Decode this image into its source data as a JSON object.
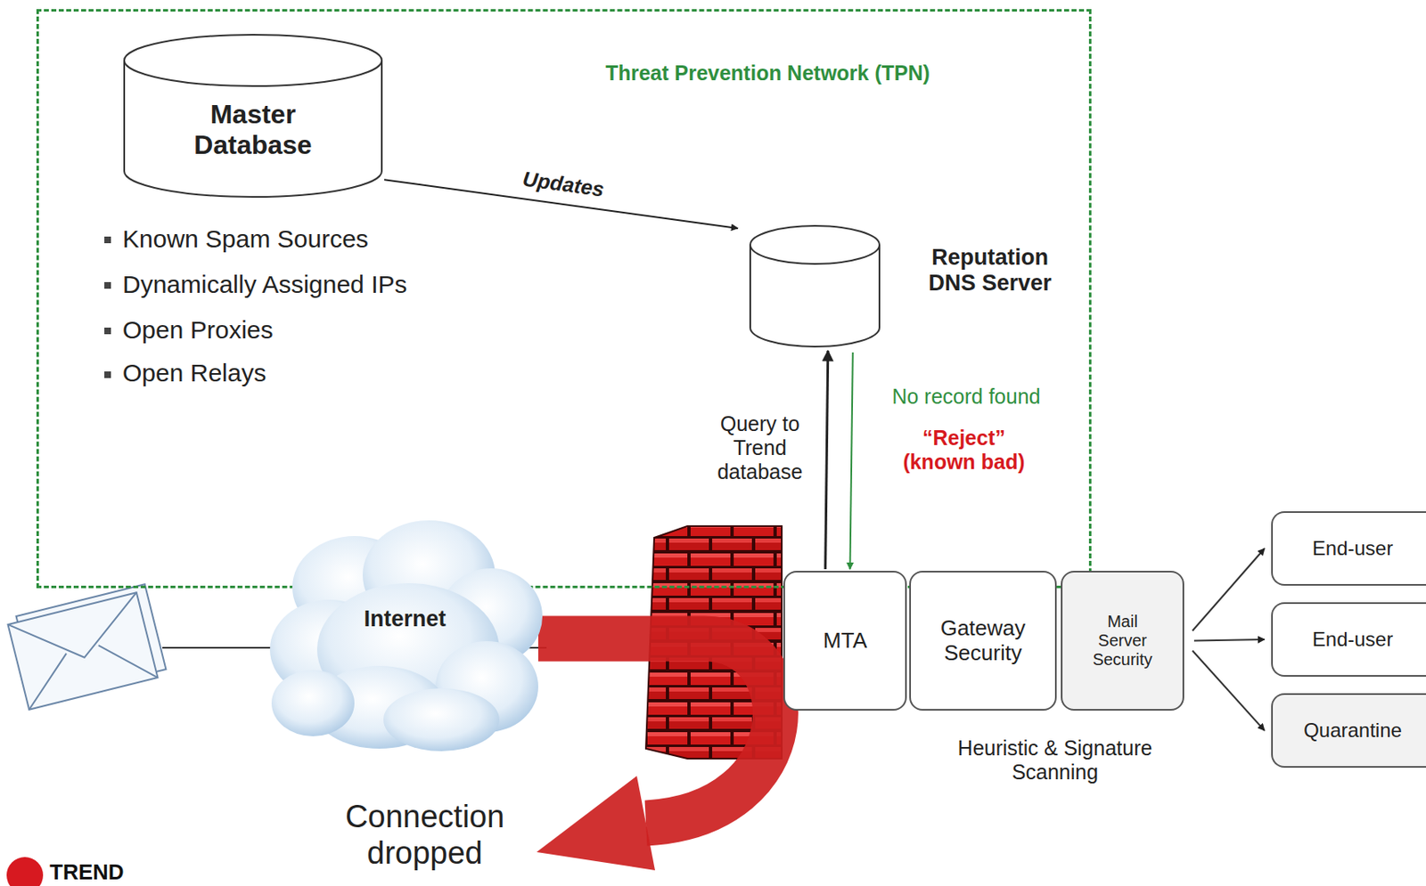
{
  "diagram": {
    "nodes": [
      {
        "text": [
          "Threat Prevention Network (TPN)"
        ]
      },
      {
        "text": [
          "Master Database"
        ],
        "in": 0
      },
      {
        "text": [
          "Reputation DNS Server"
        ],
        "in": 0
      },
      {
        "text": [
          "Internet"
        ]
      },
      {
        "text": [
          "MTA"
        ]
      },
      {
        "text": [
          "Gateway Security"
        ]
      },
      {
        "text": [
          "Mail Server Security"
        ]
      },
      {
        "text": [
          "End-user"
        ]
      },
      {
        "text": [
          "End-user"
        ]
      },
      {
        "text": [
          "Quarantine"
        ]
      }
    ],
    "edges": [
      {
        "from": 1,
        "to": 2,
        "label": "Updates",
        "arrow": "to"
      },
      {
        "from": 4,
        "to": 2,
        "label": "Query to Trend database",
        "arrow": "to"
      },
      {
        "from": 2,
        "to": 4,
        "label": "No record found",
        "arrow": "to"
      },
      {
        "from": 6,
        "to": 7,
        "arrow": "to"
      },
      {
        "from": 6,
        "to": 8,
        "arrow": "to"
      },
      {
        "from": 6,
        "to": 9,
        "arrow": "to"
      }
    ],
    "labels": [
      "Known Spam Sources",
      "Dynamically Assigned IPs",
      "Open Proxies",
      "Open Relays",
      "“Reject” (known bad)",
      "Connection dropped",
      "Heuristic & Signature Scanning",
      "TREND"
    ]
  }
}
